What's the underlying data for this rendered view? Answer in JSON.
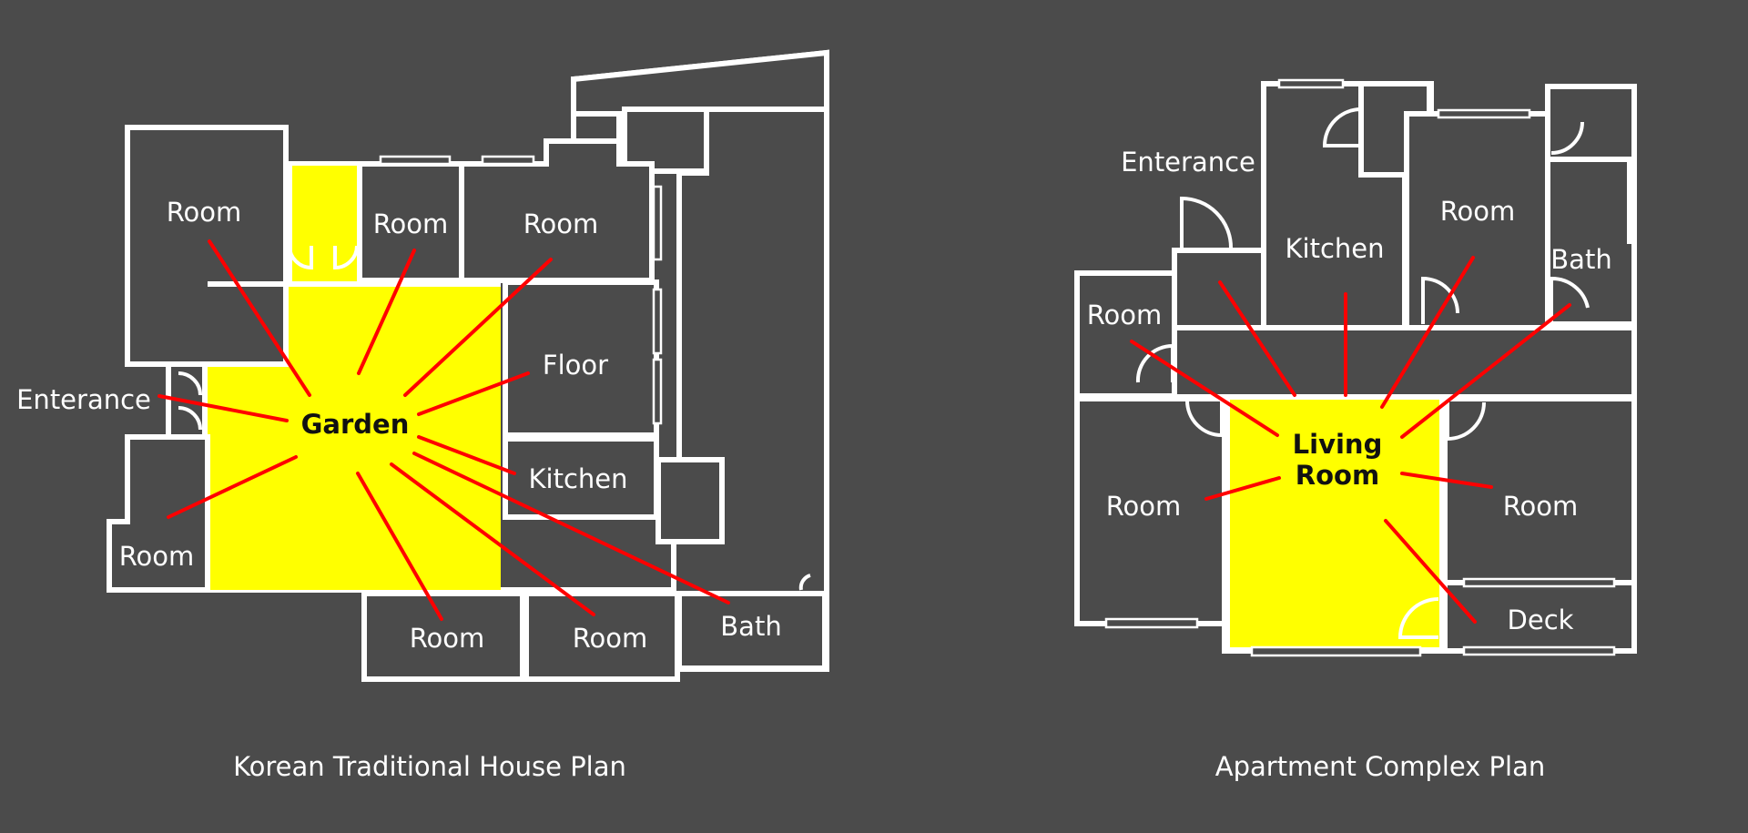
{
  "colors": {
    "background": "#4b4b4b",
    "wall": "#ffffff",
    "highlight": "#ffff00",
    "connector": "#ff0000"
  },
  "korean_plan": {
    "caption": "Korean Traditional House Plan",
    "center_label": "Garden",
    "rooms": {
      "room_top_left": "Room",
      "room_top_mid": "Room",
      "room_top_right": "Room",
      "floor": "Floor",
      "enterance": "Enterance",
      "kitchen": "Kitchen",
      "room_bottom_left": "Room",
      "room_bottom_mid": "Room",
      "room_bottom_right": "Room",
      "bath": "Bath"
    }
  },
  "apartment_plan": {
    "caption": "Apartment Complex Plan",
    "center_label_line1": "Living",
    "center_label_line2": "Room",
    "rooms": {
      "enterance": "Enterance",
      "kitchen": "Kitchen",
      "room_top_right": "Room",
      "bath": "Bath",
      "room_left_small": "Room",
      "room_left_big": "Room",
      "room_right": "Room",
      "deck": "Deck"
    }
  }
}
